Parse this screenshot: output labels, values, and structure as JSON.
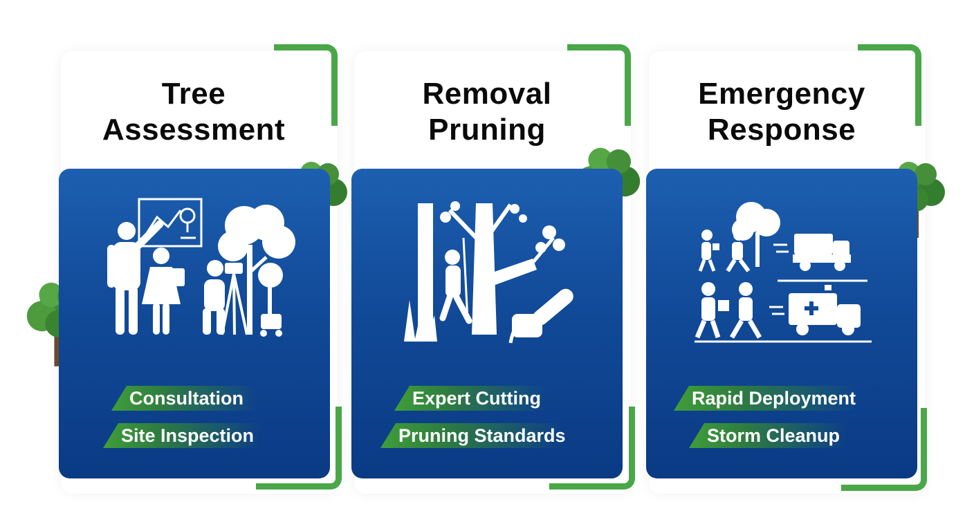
{
  "colors": {
    "panel": "#114a98",
    "accent_green": "#4aa748",
    "title_text": "#0a0a0a",
    "tag_text": "#ffffff"
  },
  "cards": [
    {
      "title_line1": "Tree",
      "title_line2": "Assessment",
      "illustration": "tree-assessment-icon",
      "tags": [
        "Consultation",
        "Site Inspection"
      ]
    },
    {
      "title_line1": "Removal",
      "title_line2": "Pruning",
      "illustration": "tree-removal-pruning-icon",
      "tags": [
        "Expert Cutting",
        "Pruning Standards"
      ]
    },
    {
      "title_line1": "Emergency",
      "title_line2": "Response",
      "illustration": "emergency-response-icon",
      "tags": [
        "Rapid Deployment",
        "Storm Cleanup"
      ]
    }
  ]
}
